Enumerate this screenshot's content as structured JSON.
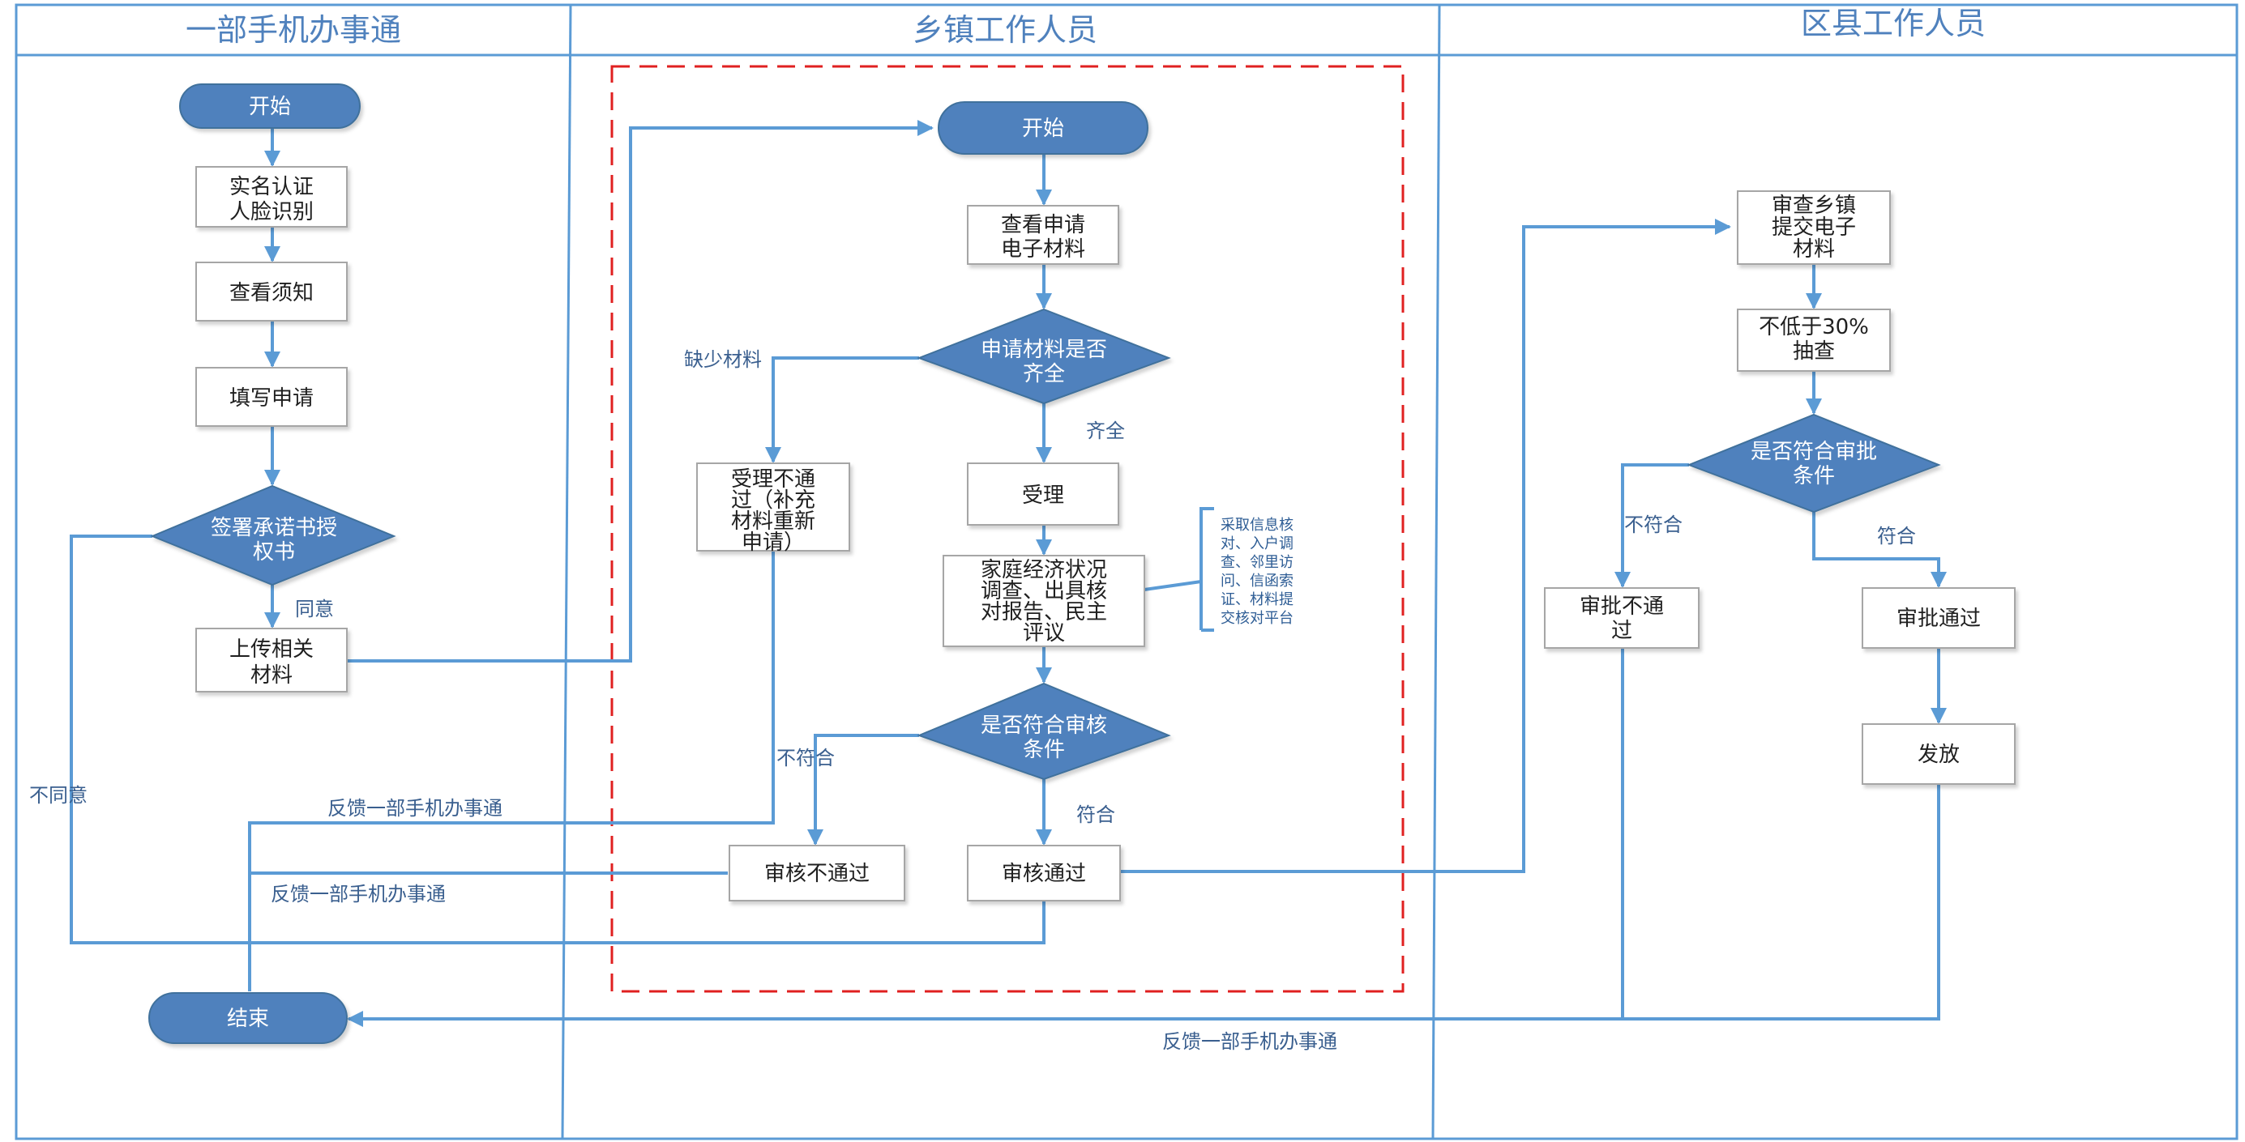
{
  "lanes": {
    "lane1": "一部手机办事通",
    "lane2": "乡镇工作人员",
    "lane3": "区县工作人员"
  },
  "nodes": {
    "start1": "开始",
    "verify": [
      "实名认证",
      "人脸识别"
    ],
    "notice": "查看须知",
    "fill": "填写申请",
    "sign": [
      "签署承诺书授",
      "权书"
    ],
    "upload": [
      "上传相关",
      "材料"
    ],
    "end1": "结束",
    "start2": "开始",
    "view": [
      "查看申请",
      "电子材料"
    ],
    "complete_q": [
      "申请材料是否",
      "齐全"
    ],
    "reject_accept": [
      "受理不通",
      "过（补充",
      "材料重新",
      "申请）"
    ],
    "accept": "受理",
    "investigate": [
      "家庭经济状况",
      "调查、出具核",
      "对报告、民主",
      "评议"
    ],
    "note": [
      "采取信息核",
      "对、入户调",
      "查、邻里访",
      "问、信函索",
      "证、材料提",
      "交核对平台"
    ],
    "review_q": [
      "是否符合审核",
      "条件"
    ],
    "review_fail": "审核不通过",
    "review_pass": "审核通过",
    "county_review": [
      "审查乡镇",
      "提交电子",
      "材料"
    ],
    "sample": [
      "不低于30%",
      "抽查"
    ],
    "approve_q": [
      "是否符合审批",
      "条件"
    ],
    "approve_fail": [
      "审批不通",
      "过"
    ],
    "approve_pass": "审批通过",
    "issue": "发放"
  },
  "edges": {
    "missing": "缺少材料",
    "complete": "齐全",
    "agree": "同意",
    "disagree": "不同意",
    "not_meet_review": "不符合",
    "meet_review": "符合",
    "feedback1": "反馈一部手机办事通",
    "feedback2": "反馈一部手机办事通",
    "not_meet_approve": "不符合",
    "meet_approve": "符合",
    "feedback3": "反馈一部手机办事通"
  },
  "colors": {
    "lane_border": "#5b9bd5",
    "lane_title": "#4f81bd",
    "node_fill": "#4f81bd",
    "edge": "#5b9bd5",
    "highlight_dash": "#e02020"
  }
}
